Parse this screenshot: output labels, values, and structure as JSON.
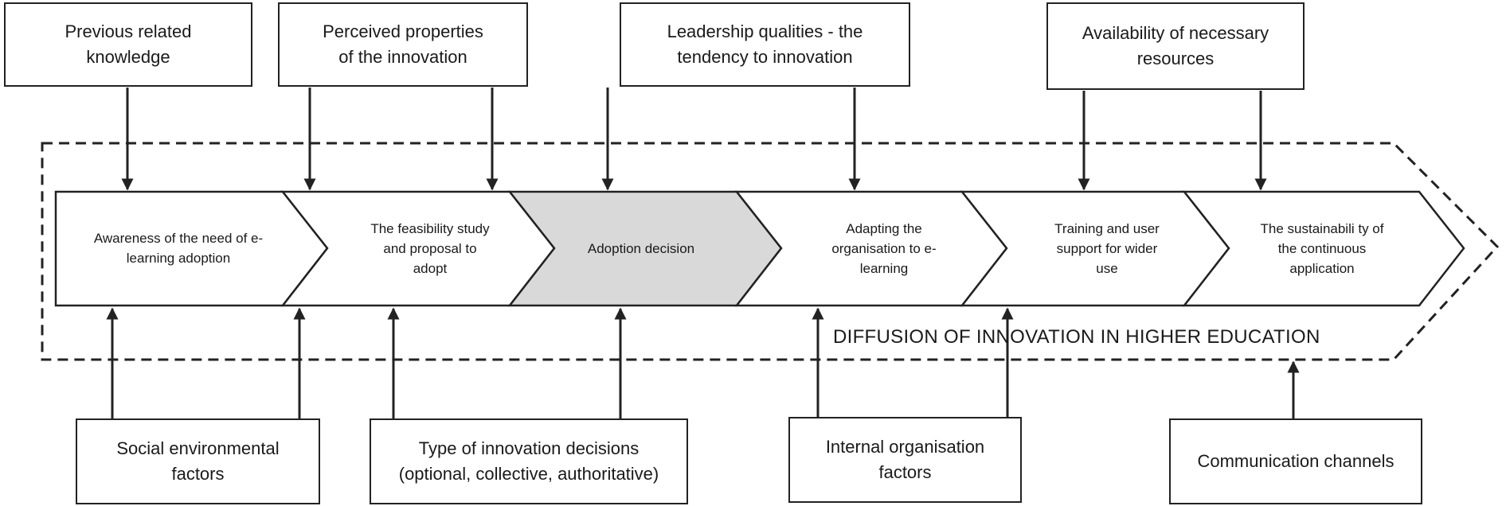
{
  "top_factors": [
    {
      "label": "Previous related\nknowledge"
    },
    {
      "label": "Perceived properties\nof the innovation"
    },
    {
      "label": "Leadership qualities - the\ntendency to innovation"
    },
    {
      "label": "Availability of necessary\nresources"
    }
  ],
  "stages": [
    {
      "label": "Awareness of the need of  e-\nlearning  adoption",
      "highlighted": false
    },
    {
      "label": "The feasibility study\nand proposal to\nadopt",
      "highlighted": false
    },
    {
      "label": "Adoption decision",
      "highlighted": true
    },
    {
      "label": "Adapting the\norganisation to e-\nlearning",
      "highlighted": false
    },
    {
      "label": "Training and user\nsupport for wider\nuse",
      "highlighted": false
    },
    {
      "label": "The sustainabili ty of\nthe continuous\napplication",
      "highlighted": false
    }
  ],
  "bottom_factors": [
    {
      "label": "Social environmental\nfactors"
    },
    {
      "label": "Type of innovation decisions\n(optional, collective, authoritative)"
    },
    {
      "label": "Internal organisation\nfactors"
    },
    {
      "label": "Communication channels"
    }
  ],
  "banner": "DIFFUSION OF INNOVATION IN HIGHER EDUCATION",
  "colors": {
    "line": "#222222",
    "highlight_fill": "#d9d9d9",
    "background": "#ffffff"
  }
}
